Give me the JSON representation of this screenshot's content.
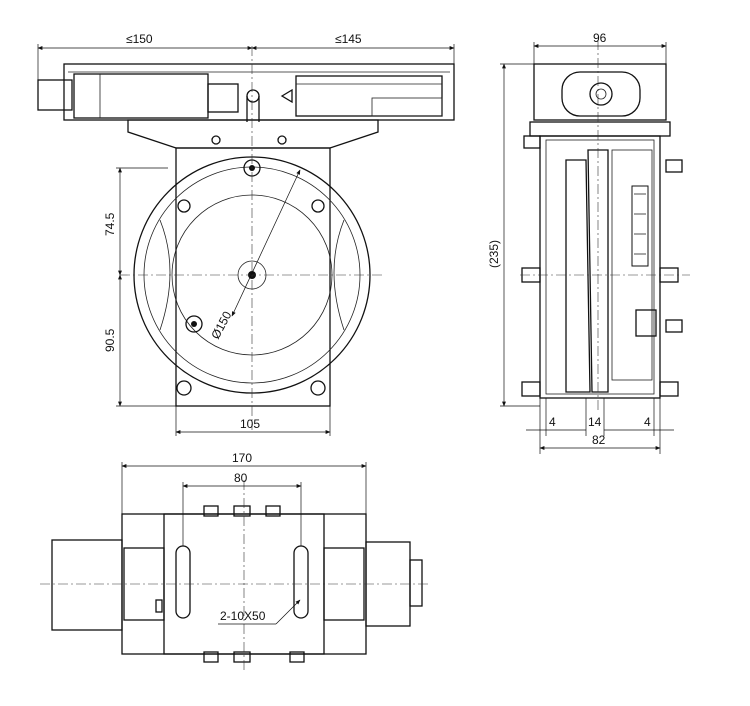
{
  "dimensions": {
    "front_left_width": "≤150",
    "front_right_width": "≤145",
    "front_upper_height": "74.5",
    "front_lower_height": "90.5",
    "base_width": "105",
    "pulley_diameter": "Ø150",
    "side_width": "96",
    "side_height": "(235)",
    "side_left_inset": "4",
    "side_groove": "14",
    "side_right_inset": "4",
    "side_base_width": "82",
    "plan_total_width": "170",
    "plan_slot_spacing": "80",
    "plan_slot_note": "2-10X50"
  }
}
